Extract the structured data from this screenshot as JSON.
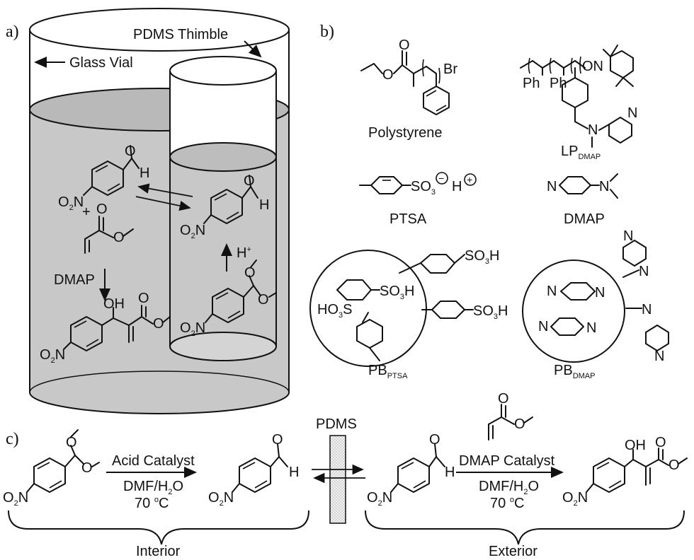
{
  "panels": {
    "a": "a)",
    "b": "b)",
    "c": "c)"
  },
  "panel_a": {
    "glass_vial": "Glass Vial",
    "pdms_thimble": "PDMS Thimble",
    "dmap": "DMAP",
    "plus": "+",
    "h_plus": "H",
    "h_plus_sup": "+",
    "no2": "O",
    "no2_sub": "2",
    "no2_n": "N",
    "h": "H",
    "oh": "OH",
    "o": "O"
  },
  "panel_b": {
    "polystyrene": "Polystyrene",
    "br": "Br",
    "ph": "Ph",
    "lp": "LP",
    "lp_sub": "DMAP",
    "n": "N",
    "on": "ON",
    "so3": "SO",
    "so3_sub": "3",
    "so3h": "H",
    "ho3s": "HO",
    "ptsa": "PTSA",
    "dmap": "DMAP",
    "pb": "PB",
    "pb_ptsa_sub": "PTSA",
    "pb_dmap_sub": "DMAP",
    "minus": "−",
    "hplus": "H",
    "plus": "+"
  },
  "panel_c": {
    "acid_catalyst": "Acid Catalyst",
    "solvent": "DMF/H",
    "solvent_sub": "2",
    "solvent_tail": "O",
    "temp": "70 ",
    "temp_sup": "o",
    "temp_unit": "C",
    "pdms": "PDMS",
    "dmap_catalyst": "DMAP Catalyst",
    "interior": "Interior",
    "exterior": "Exterior"
  }
}
